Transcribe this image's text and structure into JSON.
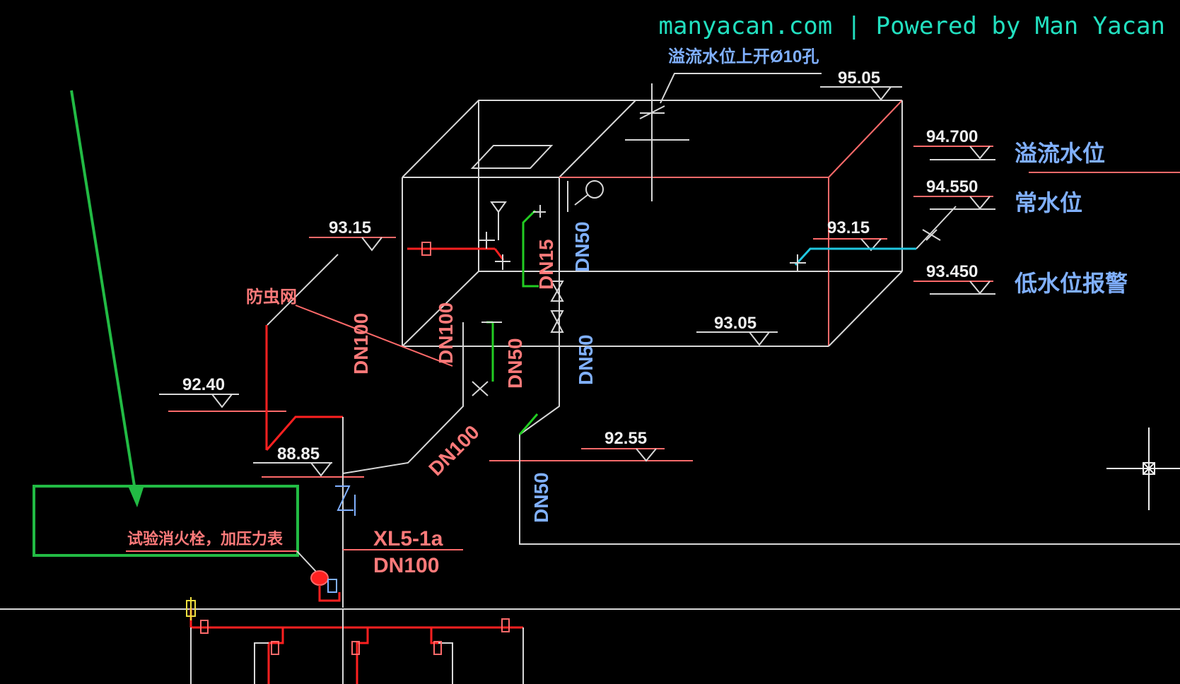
{
  "watermark": "manyacan.com | Powered by Man Yacan",
  "colors": {
    "background": "#000000",
    "white_line": "#d8d8d8",
    "red_pipe": "#ff2020",
    "pink_line": "#ff6a6a",
    "green_pipe": "#22cc22",
    "cyan_pipe": "#20c8e0",
    "label_pink": "#ff7a7a",
    "label_blue": "#80b0ff",
    "label_white": "#f0f0f0",
    "watermark": "#22e0c0",
    "highlight_green": "#22bb44"
  },
  "elevations": {
    "e9505": "95.05",
    "e9470": "94.700",
    "e9455": "94.550",
    "e9315_left": "93.15",
    "e9315_right": "93.15",
    "e9345": "93.450",
    "e9305": "93.05",
    "e9240": "92.40",
    "e9255": "92.55",
    "e8885": "88.85"
  },
  "labels": {
    "overflow_hole": "溢流水位上开Ø10孔",
    "overflow_level": "溢流水位",
    "normal_level": "常水位",
    "low_level_alarm": "低水位报警",
    "insect_screen": "防虫网",
    "test_hydrant": "试验消火栓，加压力表",
    "riser_id": "XL5-1a",
    "riser_size": "DN100"
  },
  "pipe_sizes": {
    "dn100_a": "DN100",
    "dn100_b": "DN100",
    "dn100_c": "DN100",
    "dn15": "DN15",
    "dn50_top": "DN50",
    "dn50_green": "DN50",
    "dn50_mid": "DN50",
    "dn50_bottom": "DN50"
  }
}
